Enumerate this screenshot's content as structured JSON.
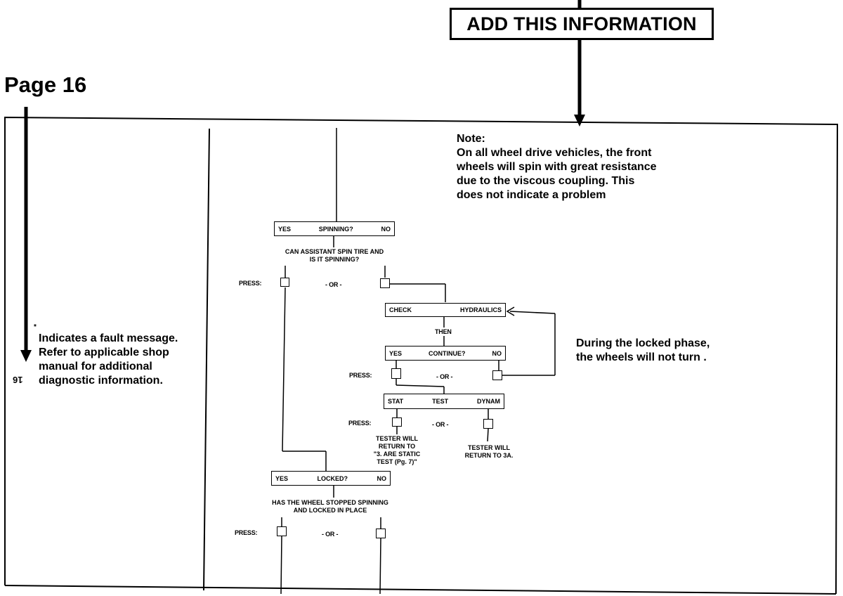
{
  "callout": {
    "text": "ADD THIS INFORMATION"
  },
  "page_label": "Page 16",
  "note": {
    "title": "Note:",
    "lines": [
      "On all wheel drive vehicles, the front",
      "wheels will spin with great resistance",
      "due to the viscous coupling. This",
      "does not indicate a problem"
    ]
  },
  "fault_note": {
    "marker": "*",
    "lines": [
      "Indicates a fault message.",
      "Refer to applicable shop",
      "manual for additional",
      "diagnostic information."
    ]
  },
  "locked_note": {
    "lines": [
      "During the locked phase,",
      "the wheels will not turn ."
    ]
  },
  "side_page_number": "16",
  "flowchart": {
    "spinning_box": {
      "left": "YES",
      "center": "SPINNING?",
      "right": "NO"
    },
    "spinning_question": [
      "CAN ASSISTANT SPIN TIRE AND",
      "IS IT SPINNING?"
    ],
    "press": "PRESS:",
    "or": "- OR -",
    "check_box": {
      "left": "CHECK",
      "right": "HYDRAULICS"
    },
    "then": "THEN",
    "continue_box": {
      "left": "YES",
      "center": "CONTINUE?",
      "right": "NO"
    },
    "stat_box": {
      "left": "STAT",
      "center": "TEST",
      "right": "DYNAM"
    },
    "static_return": [
      "TESTER WILL",
      "RETURN TO",
      "\"3. ARE STATIC",
      "TEST (Pg. 7)\""
    ],
    "dynam_return": [
      "TESTER WILL",
      "RETURN TO 3A."
    ],
    "locked_box": {
      "left": "YES",
      "center": "LOCKED?",
      "right": "NO"
    },
    "locked_question": [
      "HAS THE WHEEL STOPPED SPINNING",
      "AND LOCKED IN PLACE"
    ]
  }
}
